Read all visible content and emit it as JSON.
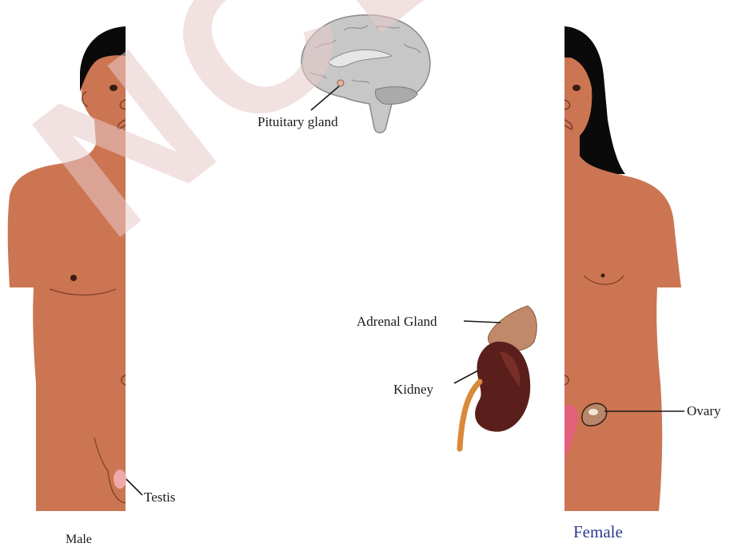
{
  "watermark": "NCERT",
  "labels": {
    "pituitary": "Pituitary gland",
    "adrenal": "Adrenal Gland",
    "kidney": "Kidney",
    "ovary": "Ovary",
    "testis": "Testis",
    "male": "Male",
    "female": "Female"
  },
  "colors": {
    "skin": "#cc7552",
    "hair": "#0a0a0a",
    "female_caption": "#2e3a8c",
    "kidney": "#5a1f1a",
    "adrenal": "#c08a6a",
    "brain": "#b8b8b8",
    "uterus": "#e2607a"
  }
}
